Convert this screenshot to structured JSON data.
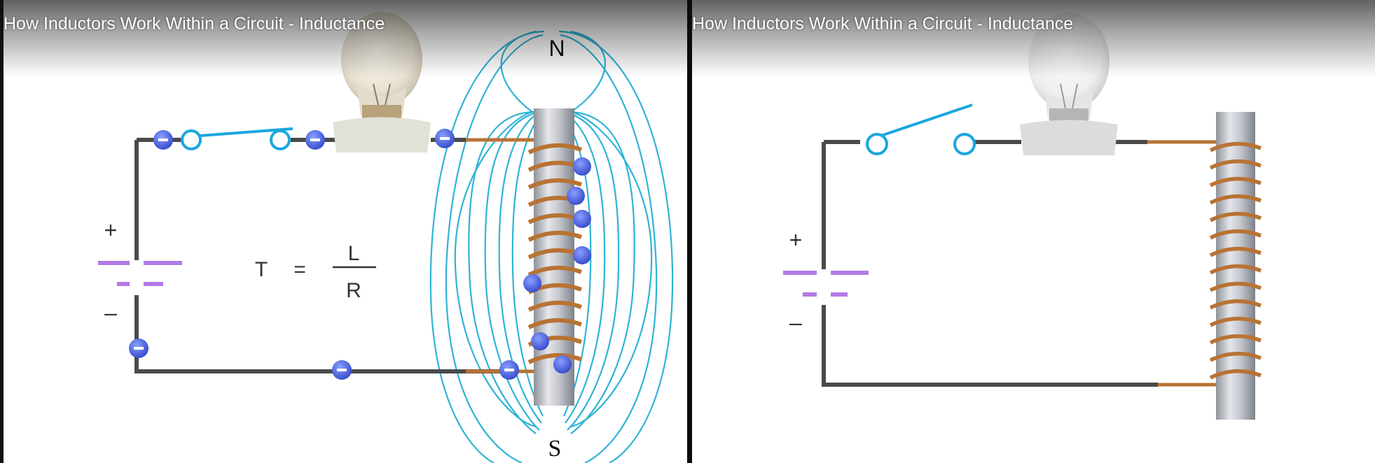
{
  "left_player": {
    "title": "How Inductors Work Within a Circuit - Inductance",
    "formula": {
      "lhs": "T",
      "equals": "=",
      "numerator": "L",
      "denominator": "R"
    },
    "pole_north": "N",
    "pole_south": "S",
    "battery_plus": "+",
    "battery_minus": "–",
    "electron_sign": "–"
  },
  "right_player": {
    "title": "How Inductors Work Within a Circuit - Inductance",
    "battery_plus": "+",
    "battery_minus": "–"
  },
  "colors": {
    "wire": "#4a4a4a",
    "switch": "#1aa7e0",
    "battery": "#b27ae6",
    "electron": "#4a63e0",
    "field_lines": "#2fb3d6",
    "copper": "#b87333",
    "core": "#b9bcc2"
  }
}
